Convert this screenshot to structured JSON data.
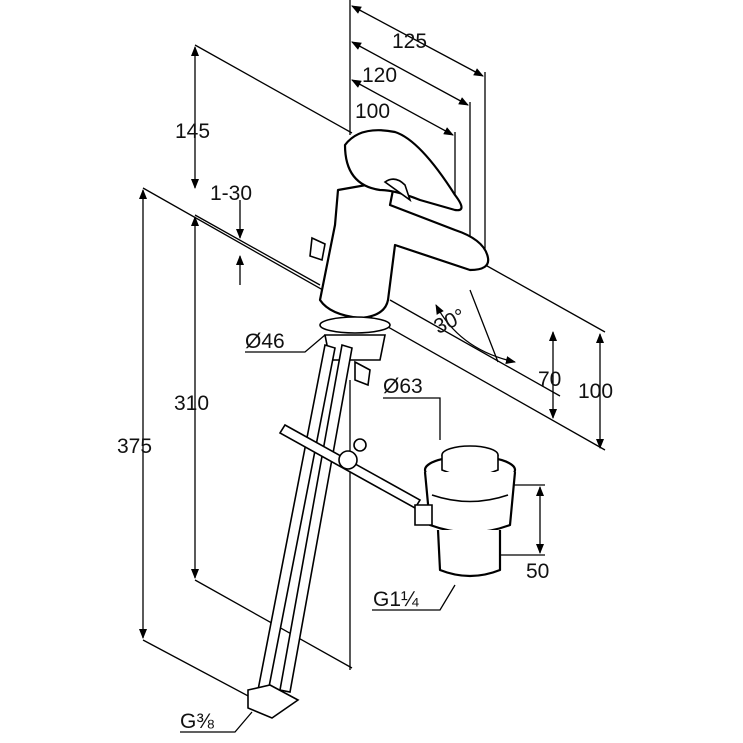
{
  "dimensions": {
    "width_125": "125",
    "width_120": "120",
    "width_100": "100",
    "height_145": "145",
    "range_1_30": "1-30",
    "dia_46": "Ø46",
    "angle_30": "30°",
    "height_70": "70",
    "height_100": "100",
    "height_310": "310",
    "height_375": "375",
    "dia_63": "Ø63",
    "height_50": "50",
    "thread_g114": "G1¼",
    "thread_g38": "G⅜"
  }
}
